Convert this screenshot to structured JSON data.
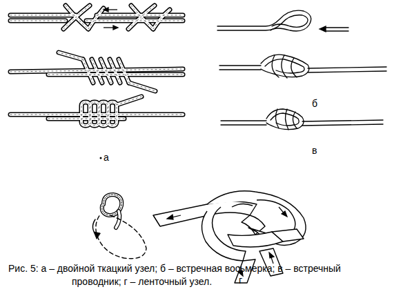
{
  "diagram": {
    "caption": "Рис. 5: а – двойной ткацкий узел; б – встречная восьмерка; в – встречный проводник; г – ленточный узел.",
    "labels": [
      "а",
      "б",
      "в",
      "г"
    ]
  }
}
